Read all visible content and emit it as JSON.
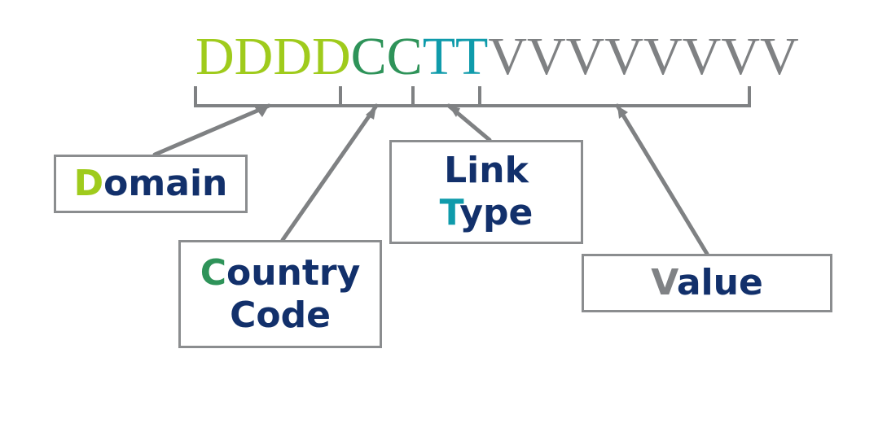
{
  "diagram": {
    "type": "identifier-structure-callout",
    "background_color": "#ffffff",
    "code_string": {
      "segments": [
        {
          "key": "domain",
          "text": "DDDD",
          "count": 4,
          "color": "#9fcb1c",
          "letter": "D"
        },
        {
          "key": "country",
          "text": "CC",
          "count": 2,
          "color": "#2e9359",
          "letter": "C"
        },
        {
          "key": "type",
          "text": "TT",
          "count": 2,
          "color": "#0f9bab",
          "letter": "T"
        },
        {
          "key": "value",
          "text": "VVVVVVVV",
          "count": 8,
          "color": "#7f8183",
          "letter": "V"
        }
      ],
      "full_text": "DDDDCCTTVVVVVVVV"
    },
    "bracket": {
      "color": "#7f8183",
      "divider_count": 3
    },
    "boxes": [
      {
        "key": "domain",
        "name": "Domain",
        "lines": [
          {
            "accent": "D",
            "rest": "omain"
          }
        ],
        "accent_color": "#9fcb1c",
        "text_color": "#12306b",
        "border_color": "#8b8d8f"
      },
      {
        "key": "country",
        "name": "Country Code",
        "lines": [
          {
            "accent": "C",
            "rest": "ountry"
          },
          {
            "accent": "",
            "rest": "Code"
          }
        ],
        "accent_color": "#2e9359",
        "text_color": "#12306b",
        "border_color": "#8b8d8f"
      },
      {
        "key": "linktype",
        "name": "Link Type",
        "lines": [
          {
            "accent": "",
            "rest": "Link"
          },
          {
            "accent": "T",
            "rest": "ype"
          }
        ],
        "accent_color": "#0f9bab",
        "text_color": "#12306b",
        "border_color": "#8b8d8f"
      },
      {
        "key": "value",
        "name": "Value",
        "lines": [
          {
            "accent": "V",
            "rest": "alue"
          }
        ],
        "accent_color": "#808285",
        "text_color": "#12306b",
        "border_color": "#8b8d8f"
      }
    ],
    "leader_lines": {
      "color": "#7f8183",
      "count": 4
    }
  }
}
